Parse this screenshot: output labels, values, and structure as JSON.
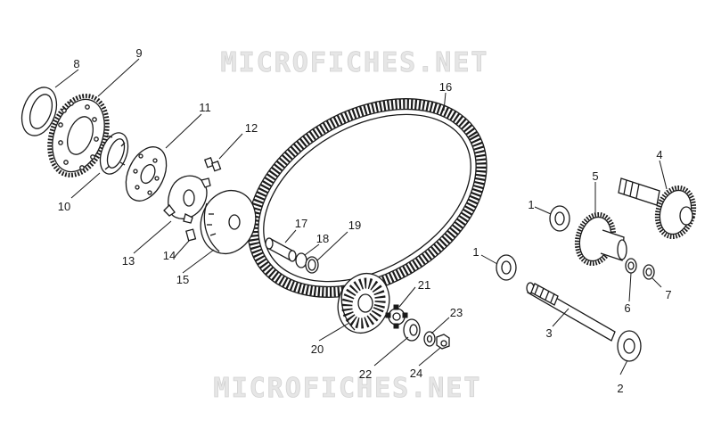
{
  "watermark": {
    "text": "MICROFICHES.NET"
  },
  "callouts": [
    "1",
    "1",
    "2",
    "3",
    "4",
    "5",
    "6",
    "7",
    "8",
    "9",
    "10",
    "11",
    "12",
    "13",
    "14",
    "15",
    "16",
    "17",
    "18",
    "19",
    "20",
    "21",
    "22",
    "23",
    "24"
  ]
}
